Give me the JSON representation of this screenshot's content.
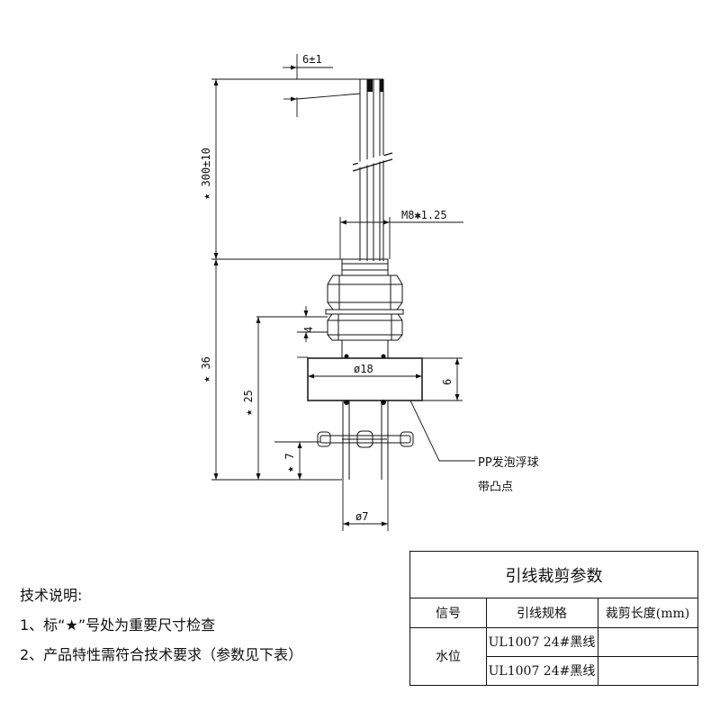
{
  "drawing": {
    "dims": {
      "wire_offset": "6±1",
      "lead_length": "★ 300±10",
      "thread": "M8✱1.25",
      "total_height": "★ 36",
      "to_float_bottom": "★ 25",
      "nut_gap": "4",
      "float_diameter": "ø18",
      "float_height": "6",
      "stopper": "★ 7",
      "stem_diameter": "ø7"
    },
    "callout": {
      "line1": "PP发泡浮球",
      "line2": "带凸点"
    }
  },
  "notes": {
    "heading": "技术说明:",
    "items": [
      "1、标“★”号处为重要尺寸检查",
      "2、产品特性需符合技术要求（参数见下表）"
    ]
  },
  "table": {
    "title": "引线裁剪参数",
    "headers": [
      "信号",
      "引线规格",
      "裁剪长度(mm)"
    ],
    "signal": "水位",
    "rows": [
      {
        "spec": "UL1007 24#黑线",
        "length": ""
      },
      {
        "spec": "UL1007 24#黑线",
        "length": ""
      }
    ]
  }
}
